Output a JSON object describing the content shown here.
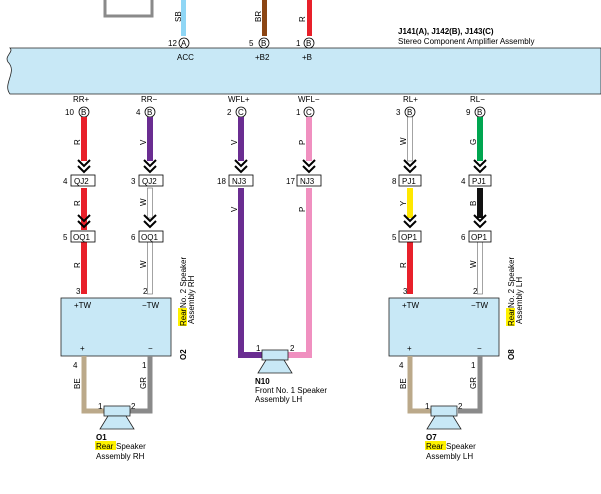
{
  "amplifier": {
    "title": "J141(A), J142(B), J143(C)",
    "subtitle": "Stereo Component Amplifier Assembly",
    "top_pins": [
      {
        "num": "12",
        "conn": "A",
        "label": "ACC",
        "wire": "SB",
        "color": "#8fd6f5"
      },
      {
        "num": "5",
        "conn": "B",
        "label": "+B2",
        "wire": "BR",
        "color": "#8b4513"
      },
      {
        "num": "1",
        "conn": "B",
        "label": "+B",
        "wire": "R",
        "color": "#e8202a"
      }
    ],
    "bottom_pins": [
      {
        "name": "RR+",
        "num": "10",
        "conn": "B"
      },
      {
        "name": "RR−",
        "num": "4",
        "conn": "B"
      },
      {
        "name": "WFL+",
        "num": "2",
        "conn": "C"
      },
      {
        "name": "WFL−",
        "num": "1",
        "conn": "C"
      },
      {
        "name": "RL+",
        "num": "3",
        "conn": "B"
      },
      {
        "name": "RL−",
        "num": "9",
        "conn": "B"
      }
    ]
  },
  "wires": [
    {
      "upper": "R",
      "c1_pin": "4",
      "c1": "QJ2",
      "mid": "R",
      "c2_pin": "5",
      "c2": "OQ1",
      "lower": "R",
      "color_upper": "#e8202a",
      "color_lower": "#e8202a",
      "end_pin": "3"
    },
    {
      "upper": "V",
      "c1_pin": "3",
      "c1": "QJ2",
      "mid": "W",
      "c2_pin": "6",
      "c2": "OQ1",
      "lower": "W",
      "color_upper": "#6a2d91",
      "color_lower": "#ffffff",
      "end_pin": "2"
    },
    {
      "upper": "V",
      "c1_pin": "18",
      "c1": "NJ3",
      "mid": "V",
      "lower": "",
      "color_upper": "#6a2d91",
      "color_lower": "#6a2d91",
      "end_pin": "1"
    },
    {
      "upper": "P",
      "c1_pin": "17",
      "c1": "NJ3",
      "mid": "P",
      "lower": "",
      "color_upper": "#f090c0",
      "color_lower": "#f090c0",
      "end_pin": "2"
    },
    {
      "upper": "W",
      "c1_pin": "8",
      "c1": "PJ1",
      "mid": "Y",
      "c2_pin": "5",
      "c2": "OP1",
      "lower": "R",
      "color_upper": "#ffffff",
      "color_mid": "#ffe800",
      "color_lower": "#e8202a",
      "end_pin": "3"
    },
    {
      "upper": "G",
      "c1_pin": "4",
      "c1": "PJ1",
      "mid": "B",
      "c2_pin": "6",
      "c2": "OP1",
      "lower": "W",
      "color_upper": "#00a650",
      "color_mid": "#111111",
      "color_lower": "#ffffff",
      "end_pin": "2"
    }
  ],
  "speaker_assy_rh": {
    "id": "O2",
    "label_highlight": "Rear",
    "label_rest": " No. 2 Speaker",
    "label_line2": "Assembly RH",
    "terminal_pos": "+TW",
    "terminal_neg": "−TW",
    "plus": "+",
    "minus": "−",
    "out_pin_pos": "4",
    "out_pin_neg": "1",
    "wire_pos": "BE",
    "wire_neg": "GR"
  },
  "speaker_assy_lh": {
    "id": "O8",
    "label_highlight": "Rear",
    "label_rest": " No. 2 Speaker",
    "label_line2": "Assembly LH",
    "terminal_pos": "+TW",
    "terminal_neg": "−TW",
    "plus": "+",
    "minus": "−",
    "out_pin_pos": "4",
    "out_pin_neg": "1",
    "wire_pos": "BE",
    "wire_neg": "GR"
  },
  "speaker_o1": {
    "id": "O1",
    "label_highlight": "Rear",
    "label_rest": " Speaker",
    "label_line2": "Assembly RH",
    "pin1": "1",
    "pin2": "2"
  },
  "speaker_o7": {
    "id": "O7",
    "label_highlight": "Rear",
    "label_rest": " Speaker",
    "label_line2": "Assembly LH",
    "pin1": "1",
    "pin2": "2"
  },
  "speaker_n10": {
    "id": "N10",
    "line1": "Front No. 1 Speaker",
    "line2": "Assembly LH",
    "pin1": "1",
    "pin2": "2"
  },
  "colors": {
    "amp_fill": "#c8e8f6",
    "highlight": "#fff200",
    "beige": "#bba98a",
    "gray": "#8a8a8a"
  }
}
